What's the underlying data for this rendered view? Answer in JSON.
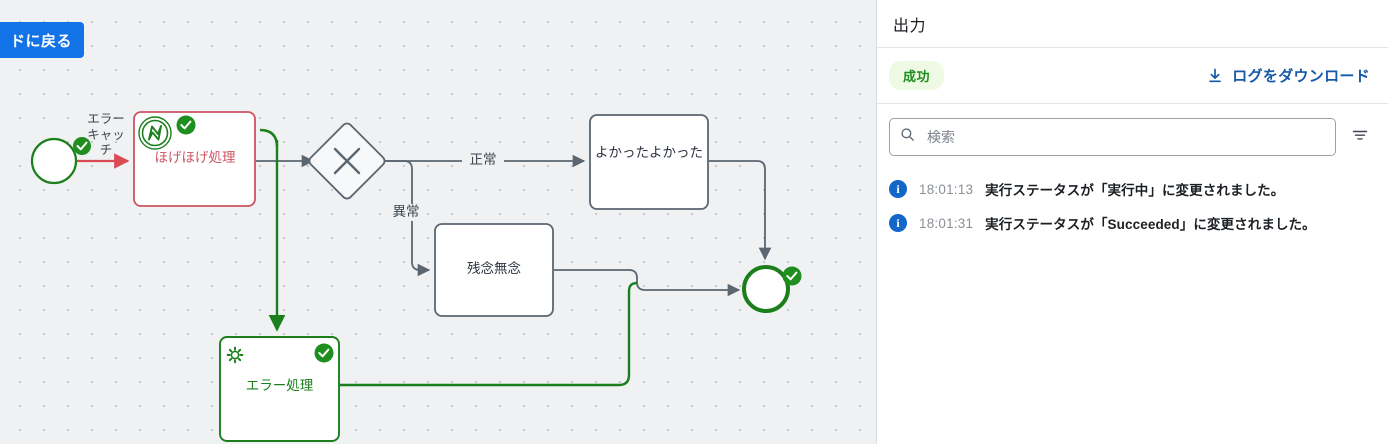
{
  "canvas": {
    "back_button_label": "ドに戻る",
    "nodes": [
      {
        "id": "start",
        "type": "start-event",
        "label": ""
      },
      {
        "id": "task_hoge",
        "type": "task",
        "label": "ほげほげ処理"
      },
      {
        "id": "boundary_err",
        "type": "boundary-error-event",
        "label": "エラー\nキャッ\nチ"
      },
      {
        "id": "gateway",
        "type": "exclusive-gateway",
        "label": ""
      },
      {
        "id": "task_ok",
        "type": "task",
        "label": "よかったよかった"
      },
      {
        "id": "task_ng",
        "type": "task",
        "label": "残念無念"
      },
      {
        "id": "task_error",
        "type": "service-task",
        "label": "エラー処理"
      },
      {
        "id": "end",
        "type": "end-event",
        "label": ""
      }
    ],
    "edge_labels": {
      "normal": "正常",
      "abnormal": "異常"
    },
    "colors": {
      "background": "#eff1f3",
      "dot": "#c6cace",
      "default_stroke": "#5b6670",
      "executed_green": "#1b7f1b",
      "error_red": "#cc5560",
      "check_badge": "#1e8e1e",
      "button_blue": "#1273e6"
    }
  },
  "output": {
    "title": "出力",
    "status_badge": "成功",
    "download_label": "ログをダウンロード",
    "download_icon": "download-icon",
    "search": {
      "placeholder": "検索",
      "value": "",
      "icon": "search-icon",
      "filter_icon": "filter-icon"
    },
    "logs": [
      {
        "icon": "info-icon",
        "level": "i",
        "time": "18:01:13",
        "message": "実行ステータスが「実行中」に変更されました。"
      },
      {
        "icon": "info-icon",
        "level": "i",
        "time": "18:01:31",
        "message": "実行ステータスが「Succeeded」に変更されました。"
      }
    ]
  }
}
